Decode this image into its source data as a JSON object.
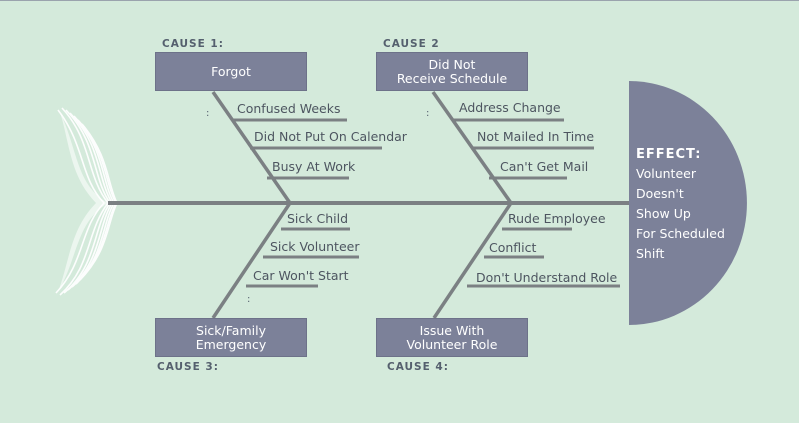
{
  "causes": [
    {
      "label": "CAUSE 1:",
      "title": [
        "Forgot"
      ],
      "subcauses": [
        "Confused Weeks",
        "Did Not Put On Calendar",
        "Busy At Work"
      ]
    },
    {
      "label": "CAUSE 2",
      "title": [
        "Did Not",
        "Receive Schedule"
      ],
      "subcauses": [
        "Address Change",
        "Not Mailed In Time",
        "Can't Get Mail"
      ]
    },
    {
      "label": "CAUSE 3:",
      "title": [
        "Sick/Family",
        "Emergency"
      ],
      "subcauses": [
        "Sick Child",
        "Sick Volunteer",
        "Car Won't Start"
      ]
    },
    {
      "label": "CAUSE 4:",
      "title": [
        "Issue With",
        "Volunteer Role"
      ],
      "subcauses": [
        "Rude Employee",
        "Conflict",
        "Don't Understand Role"
      ]
    }
  ],
  "effect": {
    "title": "EFFECT:",
    "lines": [
      "Volunteer",
      "Doesn't",
      "Show Up",
      "For Scheduled",
      "Shift"
    ]
  },
  "colors": {
    "background": "#d4eadb",
    "bone": "#7b8083",
    "box": "#7c8199",
    "head": "#7c8199",
    "tail": "#ffffff",
    "label": "#55606e",
    "text": "#4d5560"
  }
}
